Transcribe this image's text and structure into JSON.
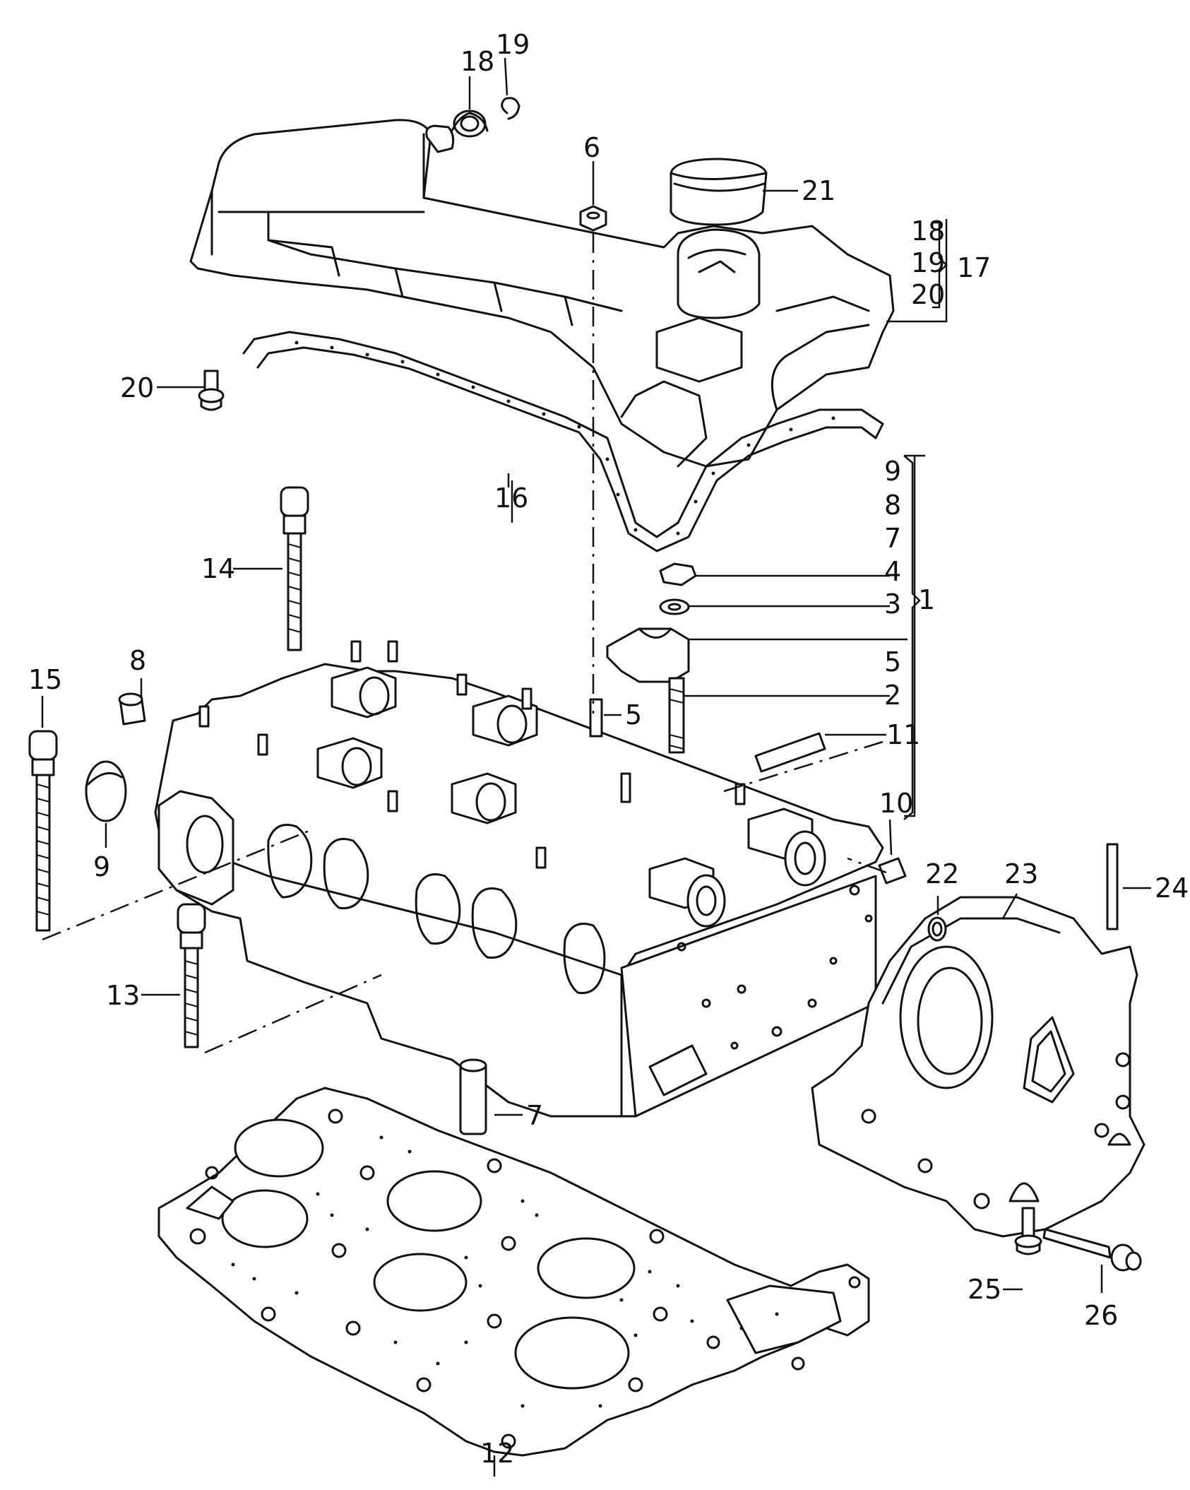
{
  "diagram": {
    "callouts": [
      {
        "key": "c1",
        "text": "1"
      },
      {
        "key": "c2",
        "text": "2"
      },
      {
        "key": "c3",
        "text": "3"
      },
      {
        "key": "c4",
        "text": "4"
      },
      {
        "key": "c5a",
        "text": "5"
      },
      {
        "key": "c5b",
        "text": "5"
      },
      {
        "key": "c6",
        "text": "6"
      },
      {
        "key": "c7a",
        "text": "7"
      },
      {
        "key": "c7b",
        "text": "7"
      },
      {
        "key": "c8a",
        "text": "8"
      },
      {
        "key": "c8b",
        "text": "8"
      },
      {
        "key": "c9a",
        "text": "9"
      },
      {
        "key": "c9b",
        "text": "9"
      },
      {
        "key": "c10",
        "text": "10"
      },
      {
        "key": "c11",
        "text": "11"
      },
      {
        "key": "c12",
        "text": "12"
      },
      {
        "key": "c13",
        "text": "13"
      },
      {
        "key": "c14",
        "text": "14"
      },
      {
        "key": "c15",
        "text": "15"
      },
      {
        "key": "c16",
        "text": "16"
      },
      {
        "key": "c17",
        "text": "17"
      },
      {
        "key": "c18a",
        "text": "18"
      },
      {
        "key": "c18b",
        "text": "18"
      },
      {
        "key": "c19a",
        "text": "19"
      },
      {
        "key": "c19b",
        "text": "19"
      },
      {
        "key": "c20a",
        "text": "20"
      },
      {
        "key": "c20b",
        "text": "20"
      },
      {
        "key": "c21",
        "text": "21"
      },
      {
        "key": "c22",
        "text": "22"
      },
      {
        "key": "c23",
        "text": "23"
      },
      {
        "key": "c24",
        "text": "24"
      },
      {
        "key": "c25",
        "text": "25"
      },
      {
        "key": "c26",
        "text": "26"
      }
    ]
  }
}
